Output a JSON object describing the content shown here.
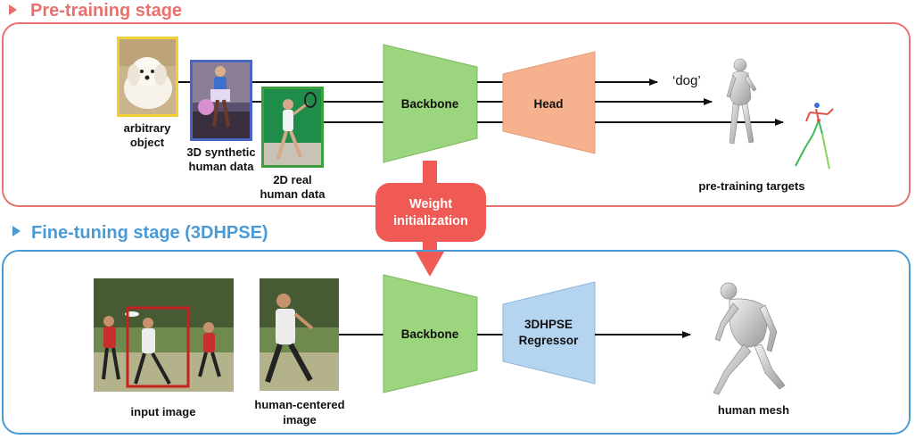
{
  "colors": {
    "pretrain": "#e8716d",
    "finetune": "#4a9ad6",
    "backbone": "#9bd57e",
    "head": "#f6b18e",
    "regressor": "#b4d4ef",
    "weight_init": "#ef5a55"
  },
  "pretrain": {
    "title": "Pre-training stage",
    "inputs": {
      "arbitrary_object": [
        "arbitrary",
        "object"
      ],
      "synthetic": [
        "3D synthetic",
        "human data"
      ],
      "real2d": [
        "2D real",
        "human data"
      ]
    },
    "backbone_label": "Backbone",
    "head_label": "Head",
    "dog_label": "‘dog’",
    "targets_label": "pre-training targets"
  },
  "weight_init": [
    "Weight",
    "initialization"
  ],
  "finetune": {
    "title": "Fine-tuning stage (3DHPSE)",
    "backbone_label": "Backbone",
    "regressor_label": [
      "3DHPSE",
      "Regressor"
    ],
    "input_label": "input image",
    "cropped_label": [
      "human-centered",
      "image"
    ],
    "output_label": "human mesh"
  },
  "icons": [
    "stage-marker-icon",
    "arrow-icon",
    "dog-photo",
    "human-mesh-icon",
    "skeleton-icon"
  ]
}
